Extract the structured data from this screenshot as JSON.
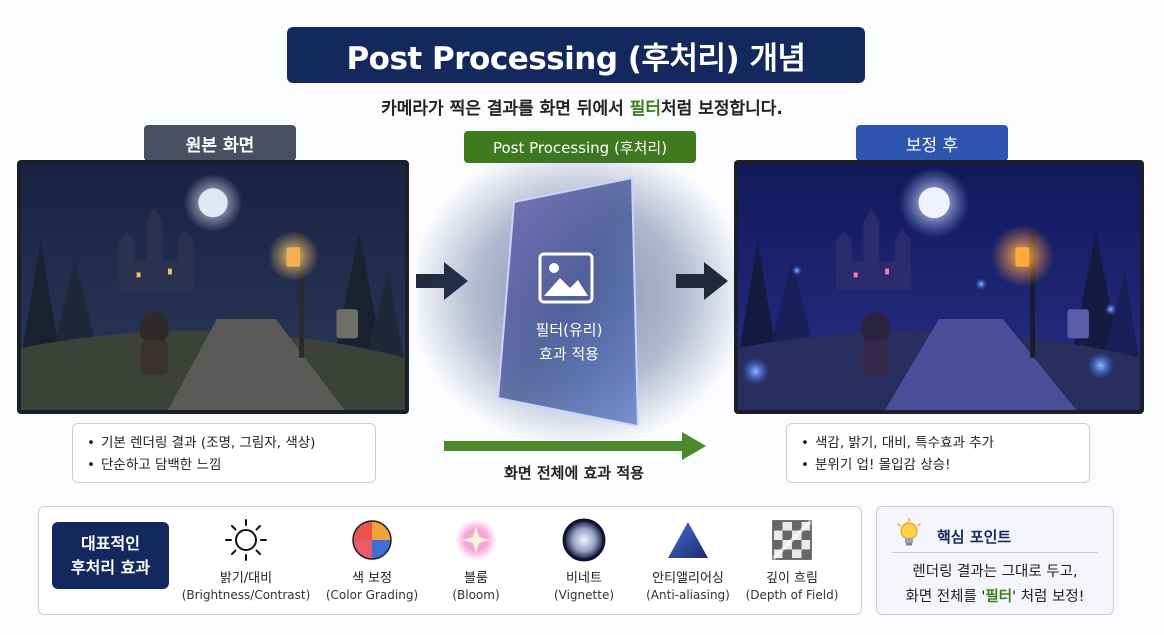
{
  "title": "Post Processing (후처리) 개념",
  "subtitle": {
    "before": "카메라가 찍은 결과를 화면 뒤에서 ",
    "highlight": "필터",
    "after": "처럼 보정합니다."
  },
  "labels": {
    "original": "원본 화면",
    "post_processing": "Post Processing (후처리)",
    "after": "보정 후"
  },
  "filter": {
    "line1": "필터(유리)",
    "line2": "효과 적용"
  },
  "original_bullets": [
    "기본 렌더링 결과 (조명, 그림자, 색상)",
    "단순하고 담백한 느낌"
  ],
  "after_bullets": [
    "색감, 밝기, 대비, 특수효과 추가",
    "분위기 업! 몰입감 상승!"
  ],
  "bottom_caption": "화면 전체에 효과 적용",
  "effects_label": {
    "line1": "대표적인",
    "line2": "후처리 효과"
  },
  "effects": [
    {
      "name": "밝기/대비",
      "sub": "(Brightness/Contrast)",
      "icon": "sun-icon"
    },
    {
      "name": "색 보정",
      "sub": "(Color Grading)",
      "icon": "color-wheel-icon"
    },
    {
      "name": "블룸",
      "sub": "(Bloom)",
      "icon": "bloom-star-icon"
    },
    {
      "name": "비네트",
      "sub": "(Vignette)",
      "icon": "vignette-icon"
    },
    {
      "name": "안티앨리어싱",
      "sub": "(Anti-aliasing)",
      "icon": "triangle-icon"
    },
    {
      "name": "깊이 흐림",
      "sub": "(Depth of Field)",
      "icon": "checker-blur-icon"
    }
  ],
  "key_point": {
    "title": "핵심 포인트",
    "line1": "렌더링 결과는 그대로 두고,",
    "line2_before": "화면 전체를 '",
    "line2_highlight": "필터",
    "line2_after": "' 처럼 보정!"
  },
  "colors": {
    "navy": "#13295e",
    "green": "#3f7a1f",
    "blue": "#2e55b0",
    "gray": "#4a5062"
  }
}
